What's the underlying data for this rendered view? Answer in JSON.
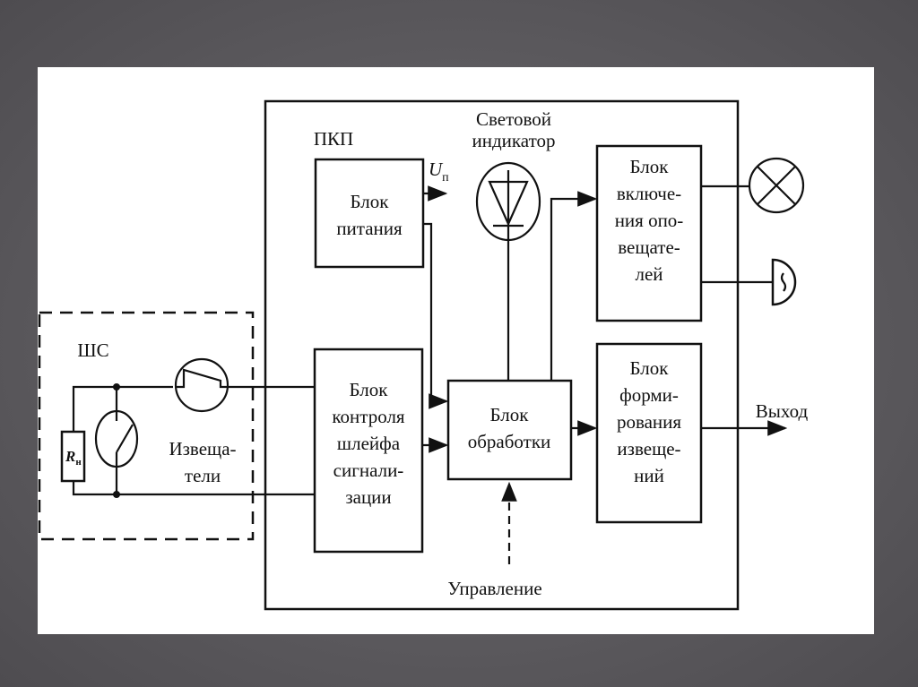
{
  "diagram": {
    "pkp_label": "ПКП",
    "light_indicator": [
      "Световой",
      "индикатор"
    ],
    "power_voltage": "U",
    "power_voltage_sub": "п",
    "power_block": [
      "Блок",
      "питания"
    ],
    "alarm_switch_block": [
      "Блок",
      "включе-",
      "ния опо-",
      "вещате-",
      "лей"
    ],
    "notice_block": [
      "Блок",
      "форми-",
      "рования",
      "извеще-",
      "ний"
    ],
    "output_label": "Выход",
    "processing_block": [
      "Блок",
      "обработки"
    ],
    "loop_control_block": [
      "Блок",
      "контроля",
      "шлейфа",
      "сигнали-",
      "зации"
    ],
    "control_label": "Управление",
    "loop_label": "ШС",
    "detectors_label": [
      "Извеща-",
      "тели"
    ],
    "resistor_label": "R",
    "resistor_sub": "н"
  }
}
